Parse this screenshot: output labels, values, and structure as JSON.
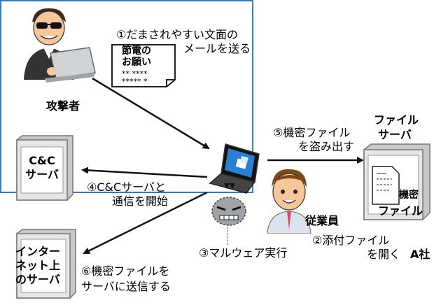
{
  "labels": {
    "step1_line1": "①だまされやすい文面の",
    "step1_line2": "メールを送る",
    "mail_title_line1": "節電の",
    "mail_title_line2": "お願い",
    "mail_mask_line1": "** ****",
    "mail_mask_line2": "***** *",
    "attacker": "攻撃者",
    "cc_server": "C&C\nサーバ",
    "step4_line1": "④C&Cサーバと",
    "step4_line2": "通信を開始",
    "internet_server": "インター\nネット上\nのサーバ",
    "step6_line1": "⑥機密ファイルを",
    "step6_line2": "サーバに送信する",
    "step5_line1": "⑤機密ファイル",
    "step5_line2": "を盗み出す",
    "file_server_line1": "ファイル",
    "file_server_line2": "サーバ",
    "secret_file_line1": "機密",
    "secret_file_line2": "ファイル",
    "employee": "従業員",
    "step2_line1": "②添付ファイル",
    "step2_line2": "を開く",
    "step3": "③マルウェア実行",
    "company": "A社"
  },
  "colors": {
    "company_border": "#3b78b5",
    "arrow": "#111111",
    "server_body": "#c9c9c9",
    "laptop_screen": "#2a7fd4"
  },
  "icons": [
    "attacker-icon",
    "mail-icon",
    "server-icon",
    "laptop-icon",
    "employee-icon",
    "malware-icon",
    "document-icon"
  ]
}
